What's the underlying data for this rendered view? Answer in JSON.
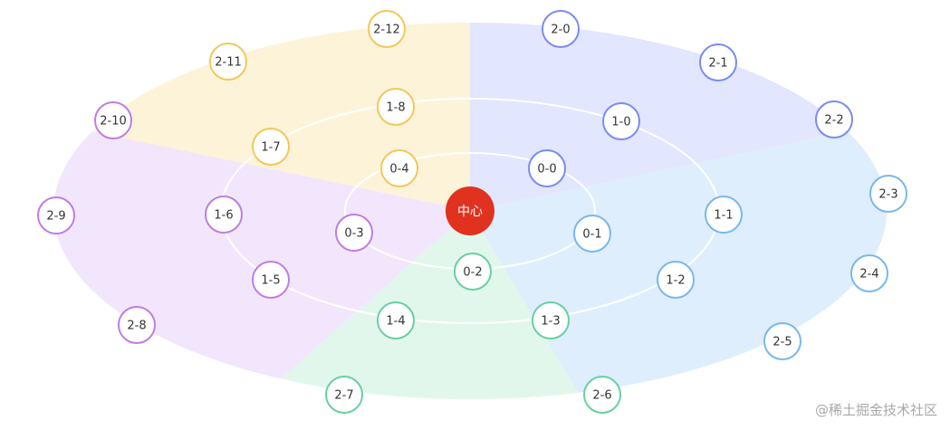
{
  "diagram": {
    "center": {
      "label": "中心",
      "color": "#e0321e"
    },
    "sectors": [
      {
        "name": "blue",
        "color": "#7a8cf0",
        "fill": "#e2e6ff"
      },
      {
        "name": "sky",
        "color": "#78b8ec",
        "fill": "#deeefd"
      },
      {
        "name": "green",
        "color": "#68d0a0",
        "fill": "#e2f7ec"
      },
      {
        "name": "purple",
        "color": "#c07ce4",
        "fill": "#f2e6fc"
      },
      {
        "name": "yellow",
        "color": "#f2c85a",
        "fill": "#fdf3d8"
      }
    ],
    "nodes": [
      {
        "label": "0-0",
        "sector": 0
      },
      {
        "label": "0-1",
        "sector": 1
      },
      {
        "label": "0-2",
        "sector": 2
      },
      {
        "label": "0-3",
        "sector": 3
      },
      {
        "label": "0-4",
        "sector": 4
      },
      {
        "label": "1-0",
        "sector": 0
      },
      {
        "label": "1-1",
        "sector": 1
      },
      {
        "label": "1-2",
        "sector": 1
      },
      {
        "label": "1-3",
        "sector": 2
      },
      {
        "label": "1-4",
        "sector": 2
      },
      {
        "label": "1-5",
        "sector": 3
      },
      {
        "label": "1-6",
        "sector": 3
      },
      {
        "label": "1-7",
        "sector": 4
      },
      {
        "label": "1-8",
        "sector": 4
      },
      {
        "label": "2-0",
        "sector": 0
      },
      {
        "label": "2-1",
        "sector": 0
      },
      {
        "label": "2-2",
        "sector": 0
      },
      {
        "label": "2-3",
        "sector": 1
      },
      {
        "label": "2-4",
        "sector": 1
      },
      {
        "label": "2-5",
        "sector": 1
      },
      {
        "label": "2-6",
        "sector": 2
      },
      {
        "label": "2-7",
        "sector": 2
      },
      {
        "label": "2-8",
        "sector": 3
      },
      {
        "label": "2-9",
        "sector": 3
      },
      {
        "label": "2-10",
        "sector": 3
      },
      {
        "label": "2-11",
        "sector": 4
      },
      {
        "label": "2-12",
        "sector": 4
      }
    ]
  },
  "watermark": "@稀土掘金技术社区"
}
